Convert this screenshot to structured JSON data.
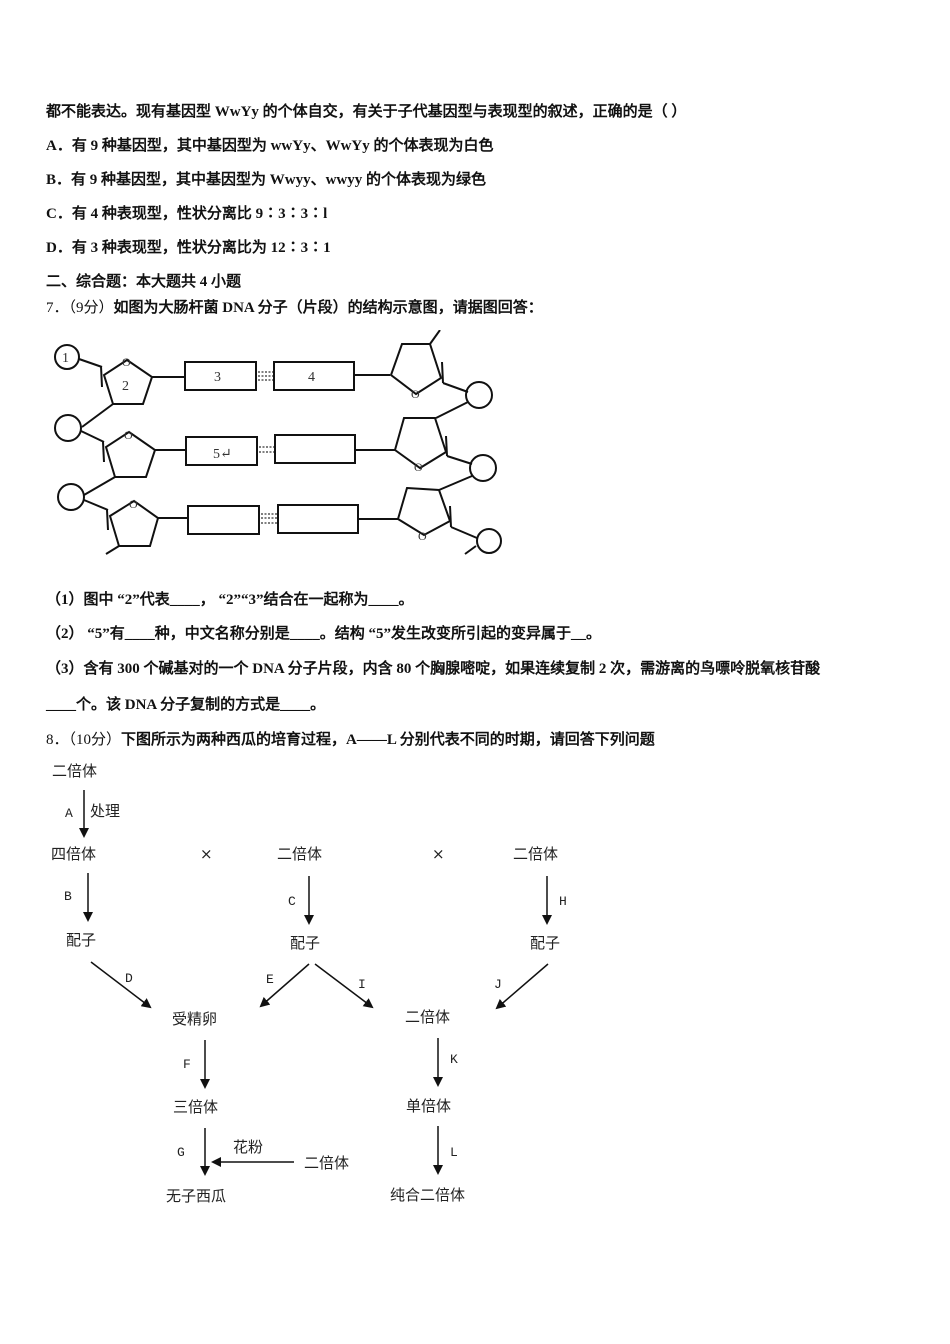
{
  "question6": {
    "stem_tail": "都不能表达。现有基因型 WwYy 的个体自交，有关于子代基因型与表现型的叙述，正确的是（ ）",
    "options": [
      {
        "key": "A",
        "text": "A．有 9 种基因型，其中基因型为 wwYy、WwYy 的个体表现为白色"
      },
      {
        "key": "B",
        "text": "B．有 9 种基因型，其中基因型为 Wwyy、wwyy 的个体表现为绿色"
      },
      {
        "key": "C",
        "text": "C．有 4 种表现型，性状分离比 9∶3∶3∶l"
      },
      {
        "key": "D",
        "text": "D．有 3 种表现型，性状分离比为 12∶3∶1"
      }
    ]
  },
  "section2": {
    "heading": "二、综合题：本大题共 4 小题"
  },
  "question7": {
    "number": "7．（9分）",
    "stem": "如图为大肠杆菌 DNA 分子（片段）的结构示意图，请据图回答：",
    "diagram": {
      "labels": [
        "1",
        "2",
        "3",
        "4",
        "5↵"
      ],
      "oxygen_label": "O"
    },
    "sub1": "（1）图中 “2”代表____， “2”“3”结合在一起称为____。",
    "sub2": "（2） “5”有____种，中文名称分别是____。结构 “5”发生改变所引起的变异属于__。",
    "sub3_line1": "（3）含有 300 个碱基对的一个 DNA 分子片段，内含 80 个胸腺嘧啶，如果连续复制 2 次，需游离的鸟嘌呤脱氧核苷酸",
    "sub3_line2": "____个。该 DNA 分子复制的方式是____。"
  },
  "question8": {
    "number": "8．（10分）",
    "stem": "下图所示为两种西瓜的培育过程，A——L 分别代表不同的时期，请回答下列问题",
    "flow": {
      "diploid_top": "二倍体",
      "treat_label": "A",
      "treat_text": "处理",
      "tetraploid": "四倍体",
      "cross1": "×",
      "diploid_mid": "二倍体",
      "cross2": "×",
      "diploid_right": "二倍体",
      "label_B": "B",
      "label_C": "C",
      "label_H": "H",
      "gamete_left": "配子",
      "gamete_mid": "配子",
      "gamete_right": "配子",
      "label_D": "D",
      "label_E": "E",
      "label_I": "I",
      "label_J": "J",
      "zygote": "受精卵",
      "diploid_center": "二倍体",
      "label_F": "F",
      "label_K": "K",
      "triploid": "三倍体",
      "haploid": "单倍体",
      "label_G": "G",
      "pollen": "花粉",
      "diploid_pollen": "二倍体",
      "label_L": "L",
      "seedless": "无子西瓜",
      "pure_diploid": "纯合二倍体"
    }
  }
}
